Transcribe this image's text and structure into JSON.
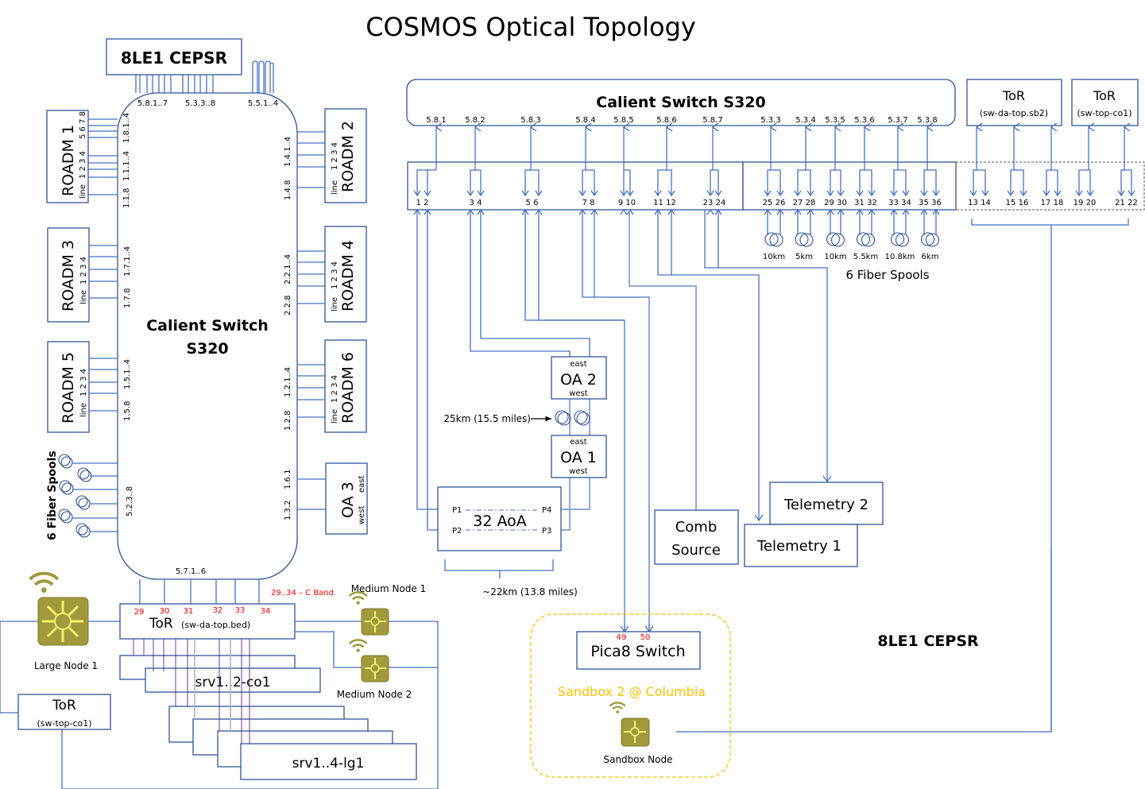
{
  "title": "COSMOS Optical Topology",
  "left": {
    "cepsr_label": "8LE1 CEPSR",
    "calient_line1": "Calient Switch",
    "calient_line2": "S320",
    "port_labels_top": [
      "5.8.1..7",
      "5.3.3..8",
      "5.5.1..4"
    ],
    "port_label_bottom": "5.7.1..6",
    "roadms": [
      {
        "name": "ROADM 1",
        "ports_a": "1.8.1..4",
        "ports_b": "1.1.1..4",
        "ports_line": "1.1.8",
        "side_a": "5 6 7 8",
        "side_b": "1 2 3 4",
        "line": "line"
      },
      {
        "name": "ROADM 2",
        "ports": "1.4.1..4",
        "ports_line": "1.4.8",
        "side": "1 2 3 4",
        "line": "line"
      },
      {
        "name": "ROADM 3",
        "ports": "1.7.1..4",
        "ports_line": "1.7.8",
        "side": "1 2 3 4",
        "line": "line"
      },
      {
        "name": "ROADM 4",
        "ports": "2.2.1..4",
        "ports_line": "2.2.8",
        "side": "1 2 3 4",
        "line": "line"
      },
      {
        "name": "ROADM 5",
        "ports": "1.5.1..4",
        "ports_line": "1.5.8",
        "side": "1 2 3 4",
        "line": "line"
      },
      {
        "name": "ROADM 6",
        "ports": "1.2.1..4",
        "ports_line": "1.2.8",
        "side": "1 2 3 4",
        "line": "line"
      }
    ],
    "oa3": {
      "name": "OA 3",
      "east": "east",
      "west": "west",
      "port_east": "1.6.1",
      "port_west": "1.3.2"
    },
    "spools_label": "6 Fiber Spools",
    "spools_ports": "5.2.3..8",
    "tor_bed": {
      "name": "ToR",
      "host": "(sw-da-top.bed)",
      "ports": [
        "29",
        "30",
        "31",
        "32",
        "33",
        "34"
      ],
      "band_note": "29..34 – C Band"
    },
    "tor_co1": {
      "name": "ToR",
      "host": "(sw-top-co1)"
    },
    "large_node": "Large Node 1",
    "medium_node_1": "Medium Node 1",
    "medium_node_2": "Medium Node 2",
    "srv_co1": "srv1..2-co1",
    "srv_lg1": "srv1..4-lg1"
  },
  "right": {
    "calient_label": "Calient Switch S320",
    "calient_ports": [
      "5.8.1",
      "5.8.2",
      "5.8.3",
      "5.8.4",
      "5.8.5",
      "5.8.6",
      "5.8.7",
      "5.3.3",
      "5.3.4",
      "5.3.5",
      "5.3.6",
      "5.3.7",
      "5.3.8"
    ],
    "patch_ports": [
      "1 2",
      "3 4",
      "5 6",
      "7 8",
      "9 10",
      "11 12",
      "23 24",
      "25 26",
      "27 28",
      "29 30",
      "31 32",
      "33 34",
      "35 36"
    ],
    "tor_ports": [
      "13 14",
      "15 16",
      "17 18",
      "19 20",
      "21 22"
    ],
    "tor_sb2": {
      "name": "ToR",
      "host": "(sw-da-top.sb2)"
    },
    "tor_co1": {
      "name": "ToR",
      "host": "(sw-top-co1)"
    },
    "spool_lengths": [
      "10km",
      "5km",
      "10km",
      "5.5km",
      "10.8km",
      "6km"
    ],
    "spools_label": "6 Fiber Spools",
    "oa2": {
      "name": "OA 2",
      "east": "east",
      "west": "west"
    },
    "oa1": {
      "name": "OA 1",
      "east": "east",
      "west": "west"
    },
    "oa_spool_label": "25km (15.5 miles)",
    "aoa": {
      "name": "32 AoA",
      "ports": [
        "P1",
        "P2",
        "P3",
        "P4"
      ]
    },
    "aoa_distance": "~22km (13.8 miles)",
    "comb_line1": "Comb",
    "comb_line2": "Source",
    "telemetry_1": "Telemetry 1",
    "telemetry_2": "Telemetry 2",
    "pica8": {
      "name": "Pica8 Switch",
      "ports": [
        "49",
        "50"
      ]
    },
    "sandbox_label": "Sandbox 2 @ Columbia",
    "sandbox_node": "Sandbox Node",
    "cepsr_label": "8LE1 CEPSR"
  },
  "colors": {
    "line": "#4472c4",
    "box_border": "#2f5597",
    "port_red": "#ff0000",
    "sandbox_gold": "#ffc000",
    "node_icon": "#a09a3c"
  }
}
